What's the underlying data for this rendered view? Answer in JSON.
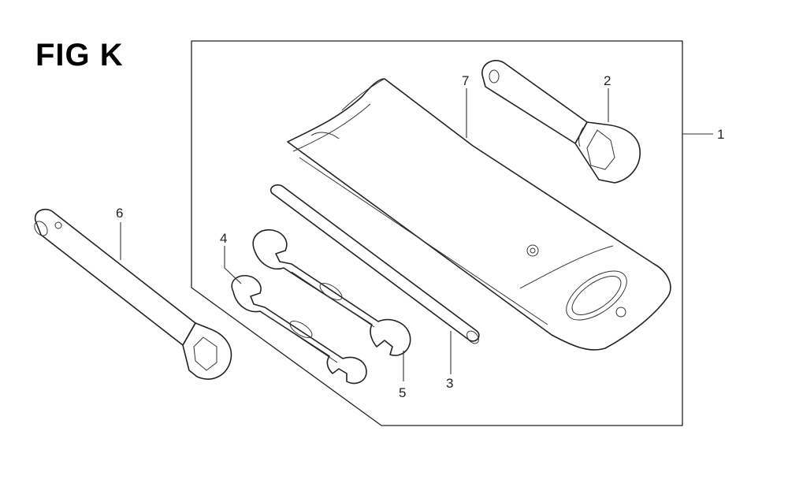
{
  "figure": {
    "title": "FIG K"
  },
  "callouts": {
    "c1": "1",
    "c2": "2",
    "c3": "3",
    "c4": "4",
    "c5": "5",
    "c6": "6",
    "c7": "7"
  }
}
